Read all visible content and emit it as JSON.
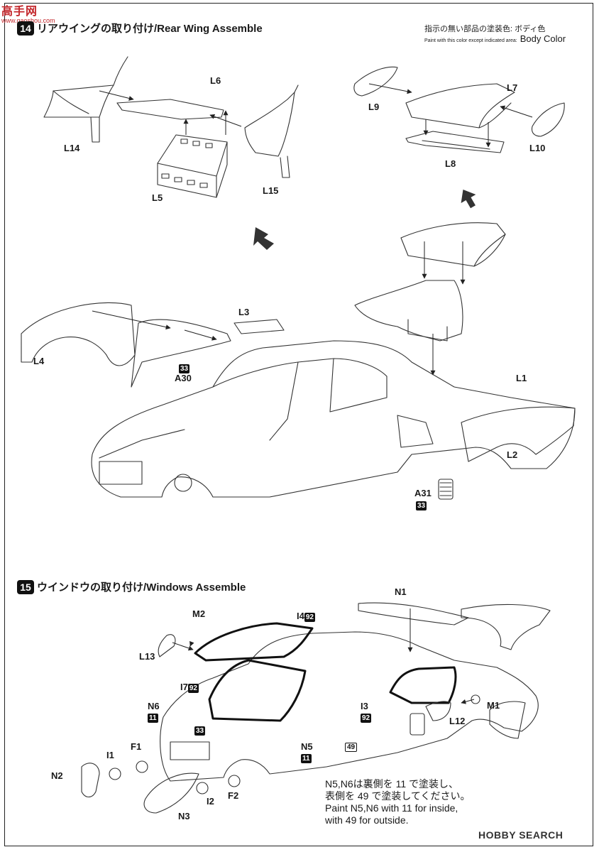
{
  "watermark": {
    "title": "高手网",
    "url": "www.gaoshou.com"
  },
  "step14": {
    "number": "14",
    "title": "リアウイングの取り付け/Rear Wing Assemble"
  },
  "step15": {
    "number": "15",
    "title": "ウインドウの取り付け/Windows Assemble"
  },
  "paint_note": {
    "ja": "指示の無い部品の塗装色: ボディ色",
    "en_small": "Paint with this color except indicated area:",
    "en_big": "Body Color"
  },
  "parts14": {
    "L6": "L6",
    "L7": "L7",
    "L9": "L9",
    "L14": "L14",
    "L10": "L10",
    "L8": "L8",
    "L5": "L5",
    "L15": "L15",
    "L3": "L3",
    "L4": "L4",
    "A30": "A30",
    "t33a": "33",
    "L1": "L1",
    "L2": "L2",
    "A31": "A31",
    "t33b": "33"
  },
  "parts15": {
    "N1": "N1",
    "M2": "M2",
    "I4": "I4",
    "t92a": "92",
    "L13": "L13",
    "I7": "I7",
    "t92b": "92",
    "N6": "N6",
    "t11a": "11",
    "I3": "I3",
    "t92c": "92",
    "M1": "M1",
    "L12": "L12",
    "t33": "33",
    "N5": "N5",
    "t11b": "11",
    "t49": "49",
    "I1": "I1",
    "F1": "F1",
    "N2": "N2",
    "N3": "N3",
    "I2": "I2",
    "F2": "F2"
  },
  "note": {
    "line1": "N5,N6は裏側を 11 で塗装し、",
    "line2": "表側を 49 で塗装してください。",
    "line3": "Paint N5,N6 with 11 for inside,",
    "line4": "with 49 for outside."
  },
  "brand": "HOBBY SEARCH"
}
